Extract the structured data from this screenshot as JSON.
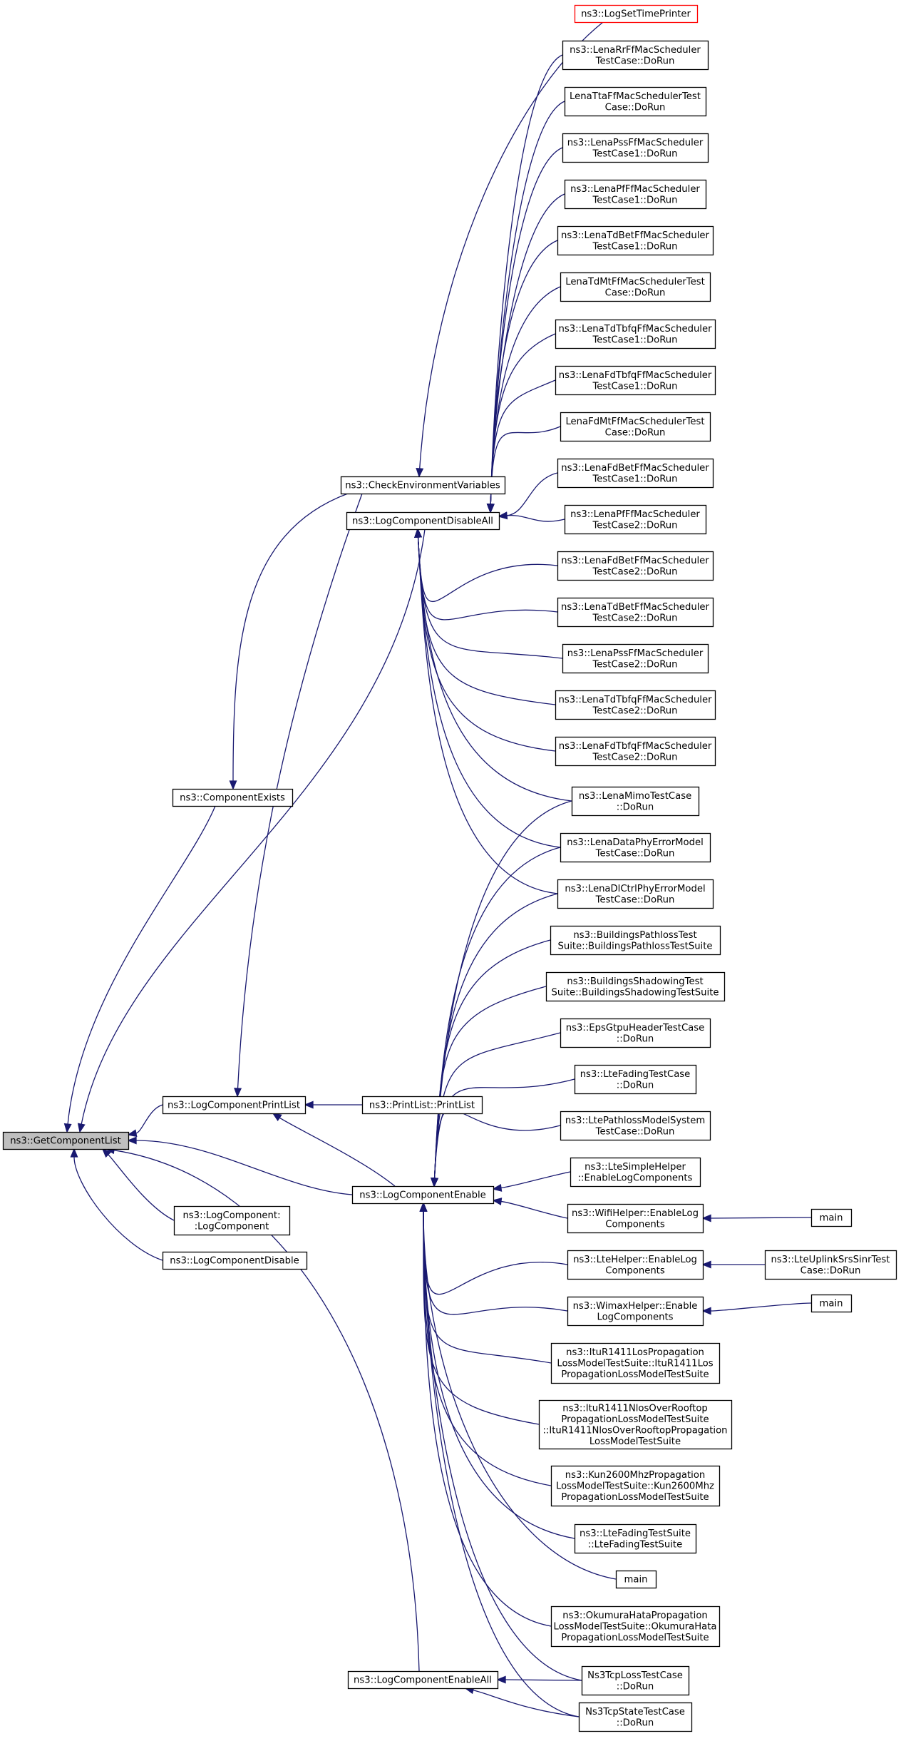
{
  "graph": {
    "root": "gcl",
    "nodes": [
      {
        "id": "gcl",
        "lines": [
          "ns3::GetComponentList"
        ],
        "root": true
      },
      {
        "id": "ce",
        "lines": [
          "ns3::ComponentExists"
        ]
      },
      {
        "id": "lcpl",
        "lines": [
          "ns3::LogComponentPrintList"
        ]
      },
      {
        "id": "lcc",
        "lines": [
          "ns3::LogComponent:",
          ":LogComponent"
        ]
      },
      {
        "id": "lcd",
        "lines": [
          "ns3::LogComponentDisable"
        ]
      },
      {
        "id": "cev",
        "lines": [
          "ns3::CheckEnvironmentVariables"
        ]
      },
      {
        "id": "lcda",
        "lines": [
          "ns3::LogComponentDisableAll"
        ]
      },
      {
        "id": "lce",
        "lines": [
          "ns3::LogComponentEnable"
        ]
      },
      {
        "id": "lcea",
        "lines": [
          "ns3::LogComponentEnableAll"
        ]
      },
      {
        "id": "pl",
        "lines": [
          "ns3::PrintList::PrintList"
        ]
      },
      {
        "id": "lstp",
        "lines": [
          "ns3::LogSetTimePrinter"
        ],
        "highlight": true
      },
      {
        "id": "n1",
        "lines": [
          "ns3::LenaRrFfMacScheduler",
          "TestCase::DoRun"
        ]
      },
      {
        "id": "n2",
        "lines": [
          "LenaTtaFfMacSchedulerTest",
          "Case::DoRun"
        ]
      },
      {
        "id": "n3",
        "lines": [
          "ns3::LenaPssFfMacScheduler",
          "TestCase1::DoRun"
        ]
      },
      {
        "id": "n4",
        "lines": [
          "ns3::LenaPfFfMacScheduler",
          "TestCase1::DoRun"
        ]
      },
      {
        "id": "n5",
        "lines": [
          "ns3::LenaTdBetFfMacScheduler",
          "TestCase1::DoRun"
        ]
      },
      {
        "id": "n6",
        "lines": [
          "LenaTdMtFfMacSchedulerTest",
          "Case::DoRun"
        ]
      },
      {
        "id": "n7",
        "lines": [
          "ns3::LenaTdTbfqFfMacScheduler",
          "TestCase1::DoRun"
        ]
      },
      {
        "id": "n8",
        "lines": [
          "ns3::LenaFdTbfqFfMacScheduler",
          "TestCase1::DoRun"
        ]
      },
      {
        "id": "n9",
        "lines": [
          "LenaFdMtFfMacSchedulerTest",
          "Case::DoRun"
        ]
      },
      {
        "id": "n10",
        "lines": [
          "ns3::LenaFdBetFfMacScheduler",
          "TestCase1::DoRun"
        ]
      },
      {
        "id": "n11",
        "lines": [
          "ns3::LenaPfFfMacScheduler",
          "TestCase2::DoRun"
        ]
      },
      {
        "id": "n12",
        "lines": [
          "ns3::LenaFdBetFfMacScheduler",
          "TestCase2::DoRun"
        ]
      },
      {
        "id": "n13",
        "lines": [
          "ns3::LenaTdBetFfMacScheduler",
          "TestCase2::DoRun"
        ]
      },
      {
        "id": "n14",
        "lines": [
          "ns3::LenaPssFfMacScheduler",
          "TestCase2::DoRun"
        ]
      },
      {
        "id": "n15",
        "lines": [
          "ns3::LenaTdTbfqFfMacScheduler",
          "TestCase2::DoRun"
        ]
      },
      {
        "id": "n16",
        "lines": [
          "ns3::LenaFdTbfqFfMacScheduler",
          "TestCase2::DoRun"
        ]
      },
      {
        "id": "n17",
        "lines": [
          "ns3::LenaMimoTestCase",
          "::DoRun"
        ]
      },
      {
        "id": "n18",
        "lines": [
          "ns3::LenaDataPhyErrorModel",
          "TestCase::DoRun"
        ]
      },
      {
        "id": "n19",
        "lines": [
          "ns3::LenaDlCtrlPhyErrorModel",
          "TestCase::DoRun"
        ]
      },
      {
        "id": "n20",
        "lines": [
          "ns3::BuildingsPathlossTest",
          "Suite::BuildingsPathlossTestSuite"
        ]
      },
      {
        "id": "n21",
        "lines": [
          "ns3::BuildingsShadowingTest",
          "Suite::BuildingsShadowingTestSuite"
        ]
      },
      {
        "id": "n22",
        "lines": [
          "ns3::EpsGtpuHeaderTestCase",
          "::DoRun"
        ]
      },
      {
        "id": "n23",
        "lines": [
          "ns3::LteFadingTestCase",
          "::DoRun"
        ]
      },
      {
        "id": "n24",
        "lines": [
          "ns3::LtePathlossModelSystem",
          "TestCase::DoRun"
        ]
      },
      {
        "id": "n25",
        "lines": [
          "ns3::LteSimpleHelper",
          "::EnableLogComponents"
        ]
      },
      {
        "id": "n26",
        "lines": [
          "ns3::WifiHelper::EnableLog",
          "Components"
        ]
      },
      {
        "id": "n27",
        "lines": [
          "ns3::LteHelper::EnableLog",
          "Components"
        ]
      },
      {
        "id": "n28",
        "lines": [
          "ns3::WimaxHelper::Enable",
          "LogComponents"
        ]
      },
      {
        "id": "n29",
        "lines": [
          "ns3::ItuR1411LosPropagation",
          "LossModelTestSuite::ItuR1411Los",
          "PropagationLossModelTestSuite"
        ]
      },
      {
        "id": "n30",
        "lines": [
          "ns3::ItuR1411NlosOverRooftop",
          "PropagationLossModelTestSuite",
          "::ItuR1411NlosOverRooftopPropagation",
          "LossModelTestSuite"
        ]
      },
      {
        "id": "n31",
        "lines": [
          "ns3::Kun2600MhzPropagation",
          "LossModelTestSuite::Kun2600Mhz",
          "PropagationLossModelTestSuite"
        ]
      },
      {
        "id": "n32",
        "lines": [
          "ns3::LteFadingTestSuite",
          "::LteFadingTestSuite"
        ]
      },
      {
        "id": "n33",
        "lines": [
          "main"
        ]
      },
      {
        "id": "n34",
        "lines": [
          "ns3::OkumuraHataPropagation",
          "LossModelTestSuite::OkumuraHata",
          "PropagationLossModelTestSuite"
        ]
      },
      {
        "id": "n35",
        "lines": [
          "Ns3TcpLossTestCase",
          "::DoRun"
        ]
      },
      {
        "id": "n36",
        "lines": [
          "Ns3TcpStateTestCase",
          "::DoRun"
        ]
      },
      {
        "id": "m1",
        "lines": [
          "main"
        ]
      },
      {
        "id": "m2",
        "lines": [
          "ns3::LteUplinkSrsSinrTest",
          "Case::DoRun"
        ]
      },
      {
        "id": "m3",
        "lines": [
          "main"
        ]
      }
    ]
  }
}
